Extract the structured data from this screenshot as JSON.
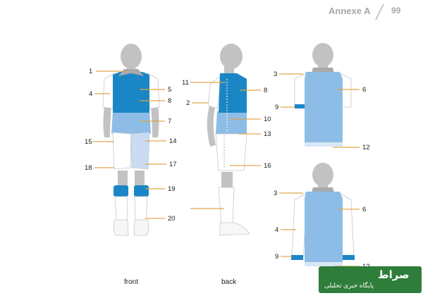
{
  "header": {
    "annex_label": "Annexe A",
    "page_number": "99"
  },
  "captions": {
    "front": "front",
    "back": "back"
  },
  "labels": {
    "front": [
      "1",
      "4",
      "5",
      "8",
      "7",
      "15",
      "14",
      "18",
      "17",
      "19",
      "20"
    ],
    "side": [
      "11",
      "2",
      "8",
      "10",
      "13",
      "16"
    ],
    "back_short": [
      "3",
      "6",
      "9",
      "12"
    ],
    "back_long": [
      "3",
      "6",
      "4",
      "9",
      "12"
    ]
  },
  "watermark": {
    "logo_text": "صراط",
    "site_text": "پایگاه خبری تحلیلی"
  },
  "colors": {
    "shirt_dark": "#1b86c6",
    "shirt_light": "#8dbde6",
    "shorts_light": "#c9dcf2",
    "skin_grey": "#c2c2c2",
    "leader": "#e0a64a",
    "sleeve_white": "#ffffff"
  }
}
